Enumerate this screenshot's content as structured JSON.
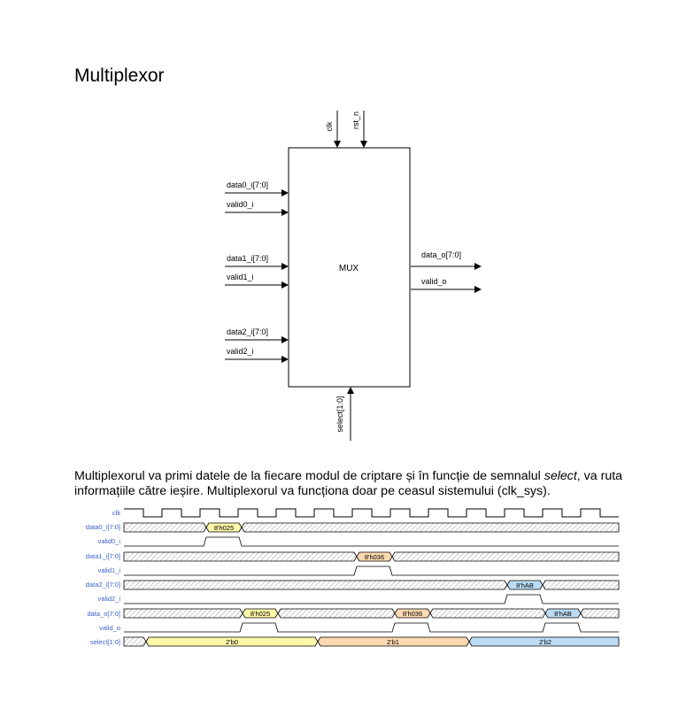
{
  "page": {
    "title": "Multiplexor",
    "paragraph": {
      "part1": "Multiplexorul va primi datele de la fiecare modul de criptare și în funcție de semnalul ",
      "emphasis": "select",
      "part2": ", va ruta informațiile către ieșire. Multiplexorul va funcționa doar pe ceasul sistemului (clk_sys)."
    }
  },
  "block_diagram": {
    "block_label": "MUX",
    "top_inputs": [
      "clk",
      "rst_n"
    ],
    "left_inputs": [
      "data0_i[7:0]",
      "valid0_i",
      "data1_i[7:0]",
      "valid1_i",
      "data2_i[7:0]",
      "valid2_i"
    ],
    "right_outputs": [
      "data_o[7:0]",
      "valid_o"
    ],
    "bottom_input": "select[1:0]"
  },
  "waveform": {
    "signals": [
      {
        "name": "clk",
        "kind": "clock"
      },
      {
        "name": "data0_i[7:0]",
        "kind": "bus",
        "segments": [
          {
            "label": "8'h025"
          }
        ]
      },
      {
        "name": "valid0_i",
        "kind": "bit"
      },
      {
        "name": "data1_i[7:0]",
        "kind": "bus",
        "segments": [
          {
            "label": "8'h036"
          }
        ]
      },
      {
        "name": "valid1_i",
        "kind": "bit"
      },
      {
        "name": "data2_i[7:0]",
        "kind": "bus",
        "segments": [
          {
            "label": "8'hAB"
          }
        ]
      },
      {
        "name": "valid2_i",
        "kind": "bit"
      },
      {
        "name": "data_o[7:0]",
        "kind": "bus",
        "segments": [
          {
            "label": "8'h025"
          },
          {
            "label": "8'h036"
          },
          {
            "label": "8'hAB"
          }
        ]
      },
      {
        "name": "valid_o",
        "kind": "bit"
      },
      {
        "name": "select[1:0]",
        "kind": "bus",
        "segments": [
          {
            "label": "2'b0"
          },
          {
            "label": "2'b1"
          },
          {
            "label": "2'b2"
          }
        ]
      }
    ],
    "colors": {
      "label_blue": "#3a5fc8",
      "yellow": "#fff7a8",
      "orange": "#fcd9b0",
      "blue": "#bcdcf5",
      "hatch": "#888888",
      "line": "#000000"
    }
  }
}
